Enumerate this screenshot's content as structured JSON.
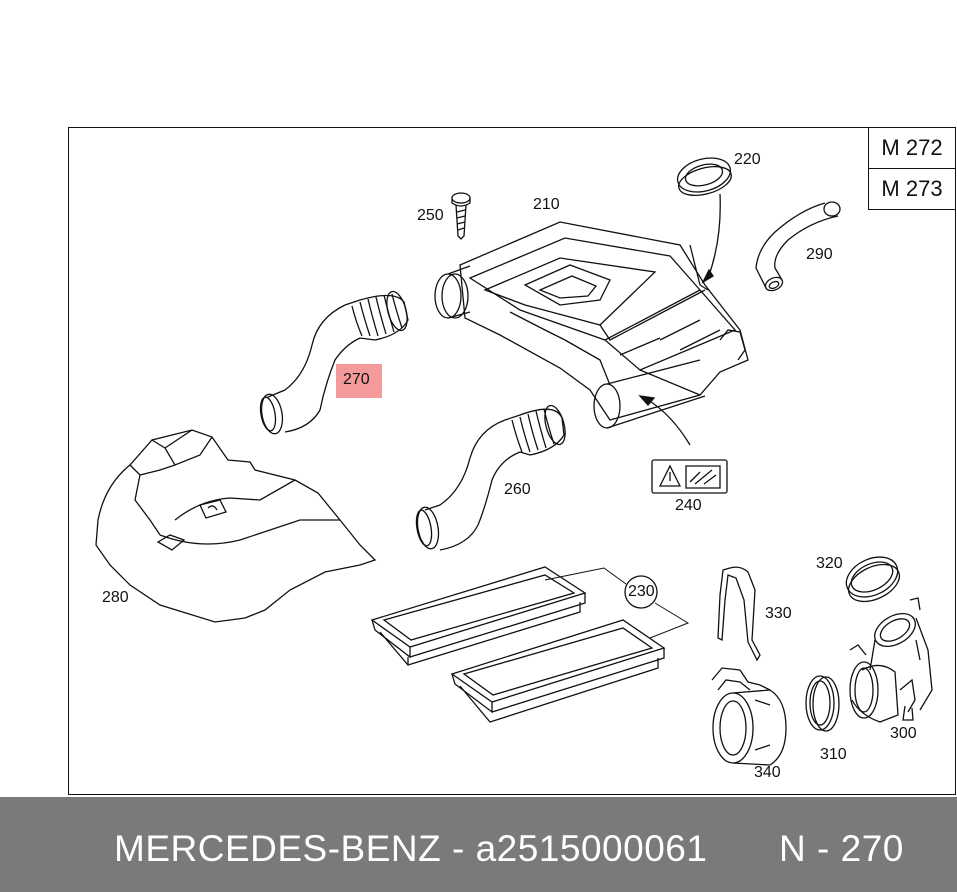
{
  "model_codes": [
    "M 272",
    "M 273"
  ],
  "callouts": {
    "p210": "210",
    "p220": "220",
    "p230": "230",
    "p240": "240",
    "p250": "250",
    "p260": "260",
    "p270": "270",
    "p280": "280",
    "p290": "290",
    "p300": "300",
    "p310": "310",
    "p320": "320",
    "p330": "330",
    "p340": "340"
  },
  "highlighted_part": "270",
  "footer": {
    "brand": "MERCEDES-BENZ",
    "separator": "-",
    "part_number": "a2515000061",
    "position": "N - 270"
  },
  "colors": {
    "highlight": "#f59a9a",
    "footer_bg": "#7a7a7a",
    "line": "#111111"
  }
}
